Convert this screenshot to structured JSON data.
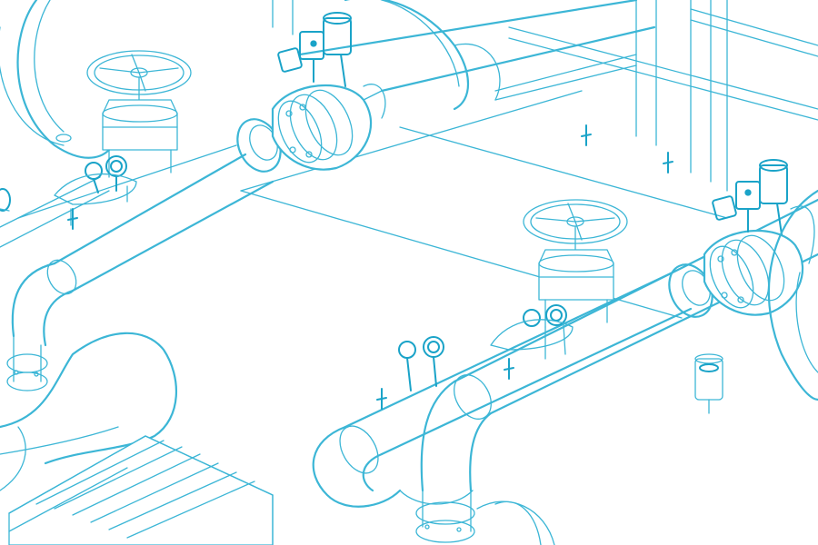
{
  "colors": {
    "background": "#ffffff",
    "line": "#3cb6d6",
    "accent": "#1aa3c8"
  },
  "components": [
    {
      "name": "gate-valve-handwheel",
      "count": 2
    },
    {
      "name": "ball-valve-actuator",
      "count": 2
    },
    {
      "name": "pressure-gauge",
      "count": 3
    },
    {
      "name": "pipe-support-hanger",
      "count": 5
    },
    {
      "name": "heat-exchanger-vessel",
      "count": 2
    },
    {
      "name": "platform-grating",
      "count": 1
    }
  ]
}
